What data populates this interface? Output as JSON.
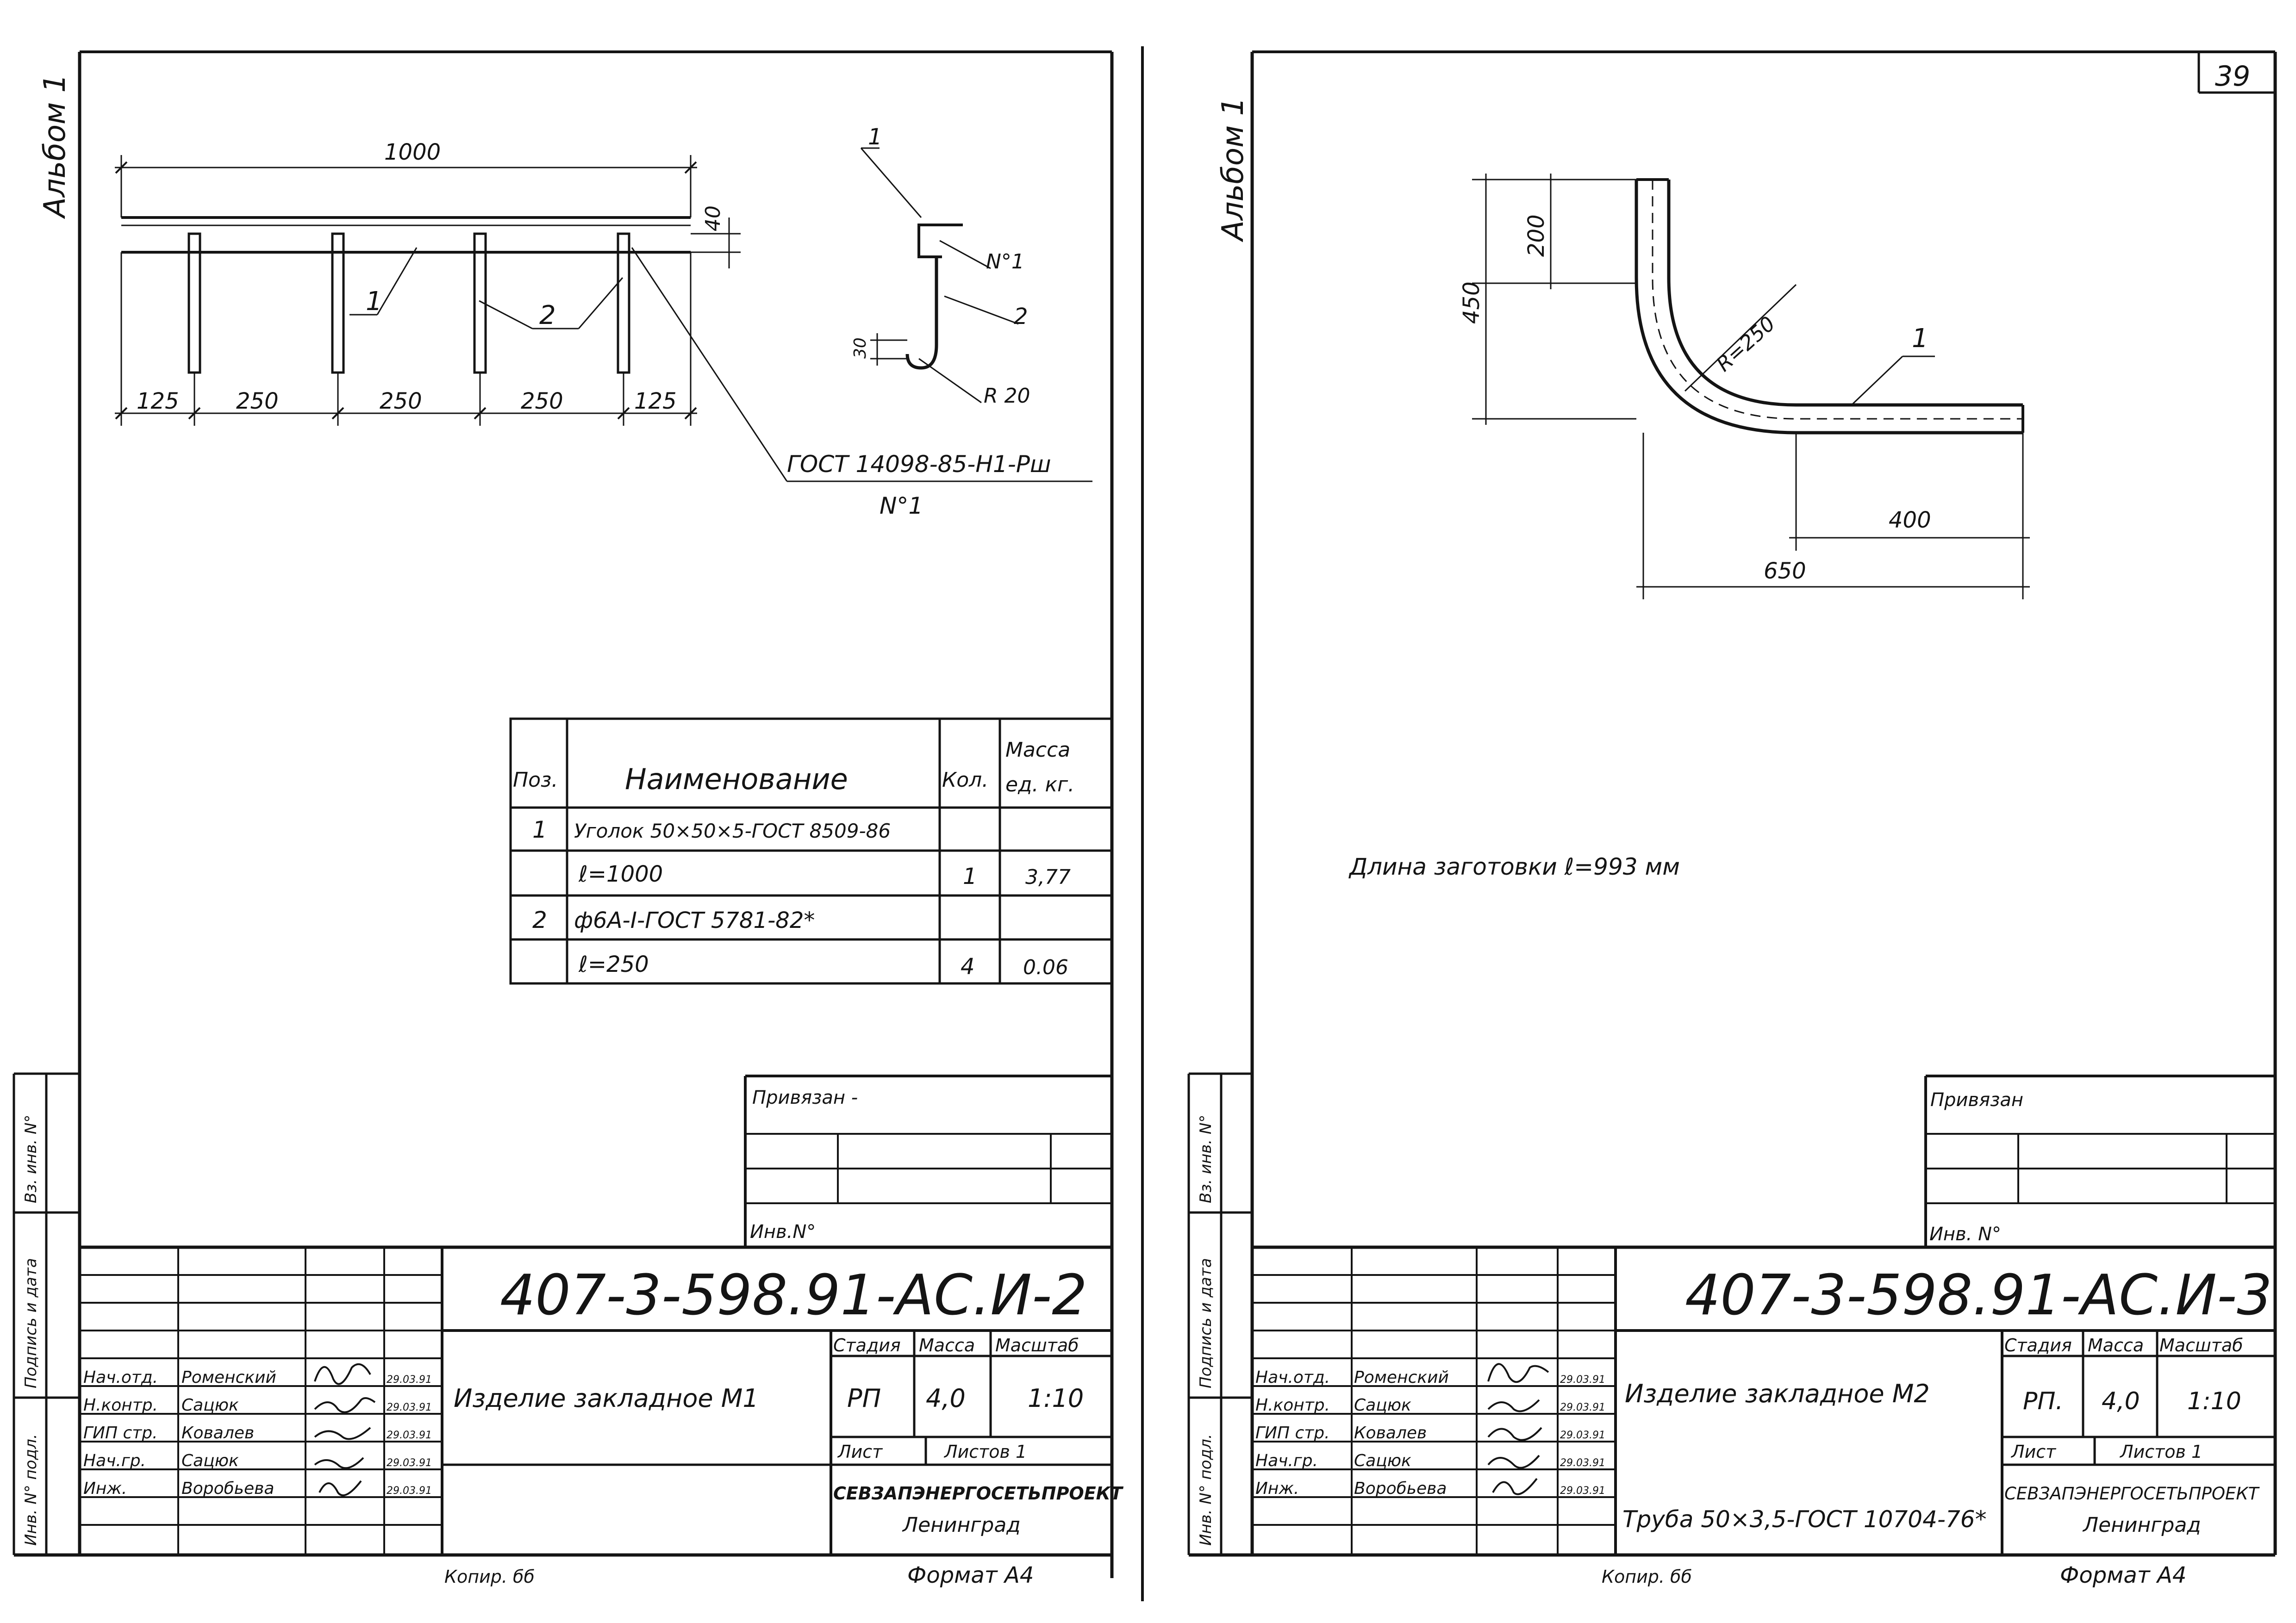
{
  "left_sheet": {
    "album_label": "Альбом 1",
    "dim_total": "1000",
    "dim_height": "40",
    "dim_125a": "125",
    "dim_250a": "250",
    "dim_250b": "250",
    "dim_250c": "250",
    "dim_125b": "125",
    "leader_1": "1",
    "leader_2": "2",
    "section_leader_1": "1",
    "section_leader_2": "2",
    "section_no1": "N°1",
    "section_dim_30": "30",
    "section_r20": "R 20",
    "gost_note": "ГОСТ 14098-85-Н1-Рш",
    "gost_note_no": "N°1",
    "spec_table": {
      "headers": {
        "pos": "Поз.",
        "name": "Наименование",
        "qty": "Кол.",
        "mass_1": "Масса",
        "mass_2": "ед. кг."
      },
      "rows": [
        {
          "pos": "1",
          "name": "Уголок 50×50×5-ГОСТ 8509-86",
          "qty": "",
          "mass": ""
        },
        {
          "pos": "",
          "name": "ℓ=1000",
          "qty": "1",
          "mass": "3,77"
        },
        {
          "pos": "2",
          "name": "ф6А-I-ГОСТ 5781-82*",
          "qty": "",
          "mass": ""
        },
        {
          "pos": "",
          "name": "ℓ=250",
          "qty": "4",
          "mass": "0.06"
        }
      ]
    },
    "privyazan": "Привязан -",
    "inv_no": "Инв.N°",
    "doc_code": "407-3-598.91-АС.И-2",
    "title": "Изделие закладное М1",
    "stage_header": "Стадия",
    "mass_header": "Масса",
    "scale_header": "Масштаб",
    "stage": "РП",
    "mass": "4,0",
    "scale": "1:10",
    "sheet_label": "Лист",
    "sheets_label": "Листов 1",
    "org": "СЕВЗАПЭНЕРГОСЕТЬПРОЕКТ",
    "city": "Ленинград",
    "signers": [
      {
        "role": "Нач.отд.",
        "name": "Роменский",
        "date": "29.03.91"
      },
      {
        "role": "Н.контр.",
        "name": "Сацюк",
        "date": "29.03.91"
      },
      {
        "role": "ГИП стр.",
        "name": "Ковалев",
        "date": "29.03.91"
      },
      {
        "role": "Нач.гр.",
        "name": "Сацюк",
        "date": "29.03.91"
      },
      {
        "role": "Инж.",
        "name": "Воробьева",
        "date": "29.03.91"
      }
    ],
    "side_vz_inv": "Вз. инв. N°",
    "side_sign_date": "Подпись и дата",
    "side_inv_podl": "Инв. N° подл.",
    "kopir": "Копир. бб",
    "format": "Формат А4"
  },
  "right_sheet": {
    "album_label": "Альбом 1",
    "page_number": "39",
    "dim_200": "200",
    "dim_450": "450",
    "dim_r250": "R=250",
    "leader_1": "1",
    "dim_400": "400",
    "dim_650": "650",
    "blank_length": "Длина заготовки ℓ=993 мм",
    "privyazan": "Привязан",
    "inv_no": "Инв. N°",
    "doc_code": "407-3-598.91-АС.И-3",
    "title": "Изделие закладное М2",
    "material_note": "Труба 50×3,5-ГОСТ 10704-76*",
    "stage_header": "Стадия",
    "mass_header": "Масса",
    "scale_header": "Масштаб",
    "stage": "РП.",
    "mass": "4,0",
    "scale": "1:10",
    "sheet_label": "Лист",
    "sheets_label": "Листов 1",
    "org": "СЕВЗАПЭНЕРГОСЕТЬПРОЕКТ",
    "city": "Ленинград",
    "signers": [
      {
        "role": "Нач.отд.",
        "name": "Роменский",
        "date": "29.03.91"
      },
      {
        "role": "Н.контр.",
        "name": "Сацюк",
        "date": "29.03.91"
      },
      {
        "role": "ГИП стр.",
        "name": "Ковалев",
        "date": "29.03.91"
      },
      {
        "role": "Нач.гр.",
        "name": "Сацюк",
        "date": "29.03.91"
      },
      {
        "role": "Инж.",
        "name": "Воробьева",
        "date": "29.03.91"
      }
    ],
    "side_vz_inv": "Вз. инв. N°",
    "side_sign_date": "Подпись и дата",
    "side_inv_podl": "Инв. N° подл.",
    "kopir": "Копир. бб",
    "format": "Формат А4"
  },
  "colors": {
    "ink": "#141414",
    "paper": "#ffffff"
  }
}
